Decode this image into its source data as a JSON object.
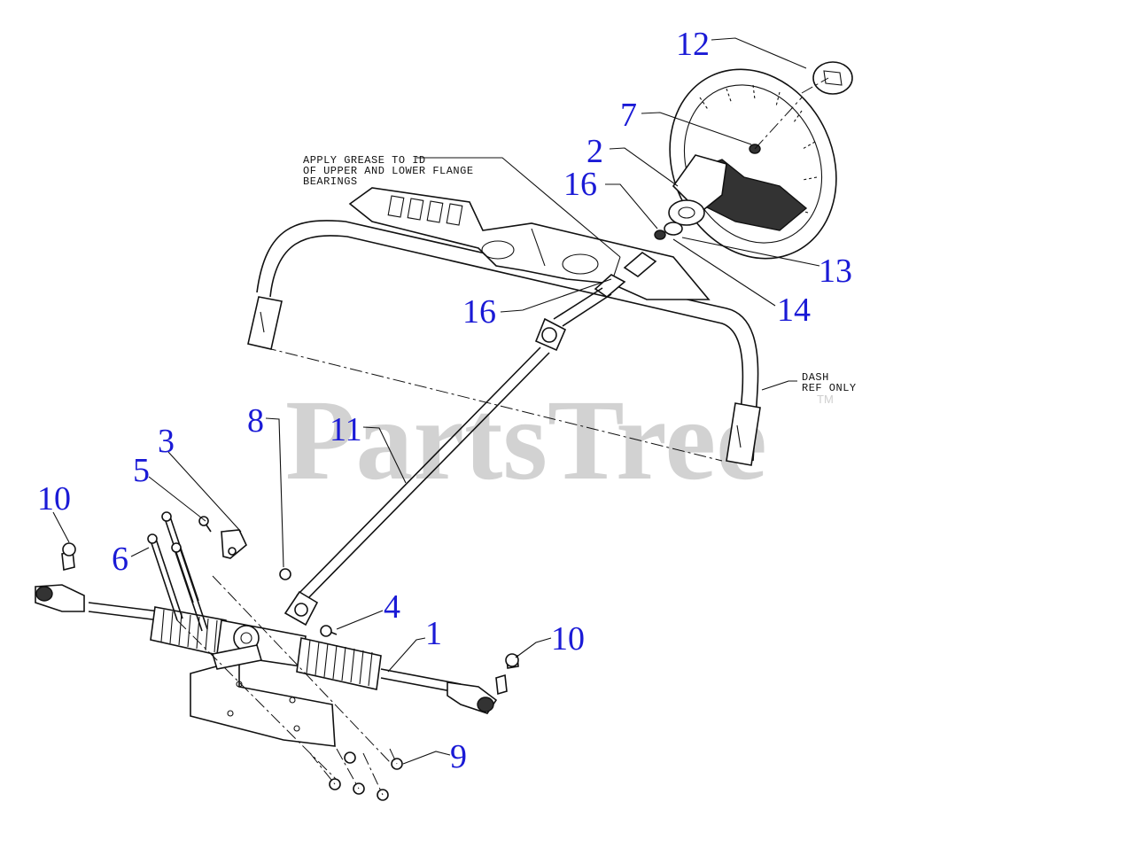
{
  "watermark": {
    "text": "PartsTree",
    "trademark": "TM"
  },
  "notes": {
    "grease_line1": "APPLY GREASE TO ID",
    "grease_line2": "OF UPPER AND LOWER FLANGE",
    "grease_line3": "BEARINGS",
    "dash_line1": "DASH",
    "dash_line2": "REF ONLY"
  },
  "callouts": [
    {
      "id": "c12",
      "label": "12"
    },
    {
      "id": "c7",
      "label": "7"
    },
    {
      "id": "c2",
      "label": "2"
    },
    {
      "id": "c16a",
      "label": "16"
    },
    {
      "id": "c13",
      "label": "13"
    },
    {
      "id": "c14",
      "label": "14"
    },
    {
      "id": "c16b",
      "label": "16"
    },
    {
      "id": "c8",
      "label": "8"
    },
    {
      "id": "c11",
      "label": "11"
    },
    {
      "id": "c3",
      "label": "3"
    },
    {
      "id": "c5",
      "label": "5"
    },
    {
      "id": "c10a",
      "label": "10"
    },
    {
      "id": "c6",
      "label": "6"
    },
    {
      "id": "c4",
      "label": "4"
    },
    {
      "id": "c1",
      "label": "1"
    },
    {
      "id": "c10b",
      "label": "10"
    },
    {
      "id": "c9",
      "label": "9"
    }
  ],
  "colors": {
    "callout": "#1a1ad6",
    "line": "#111111",
    "watermark": "#d2d2d2"
  }
}
